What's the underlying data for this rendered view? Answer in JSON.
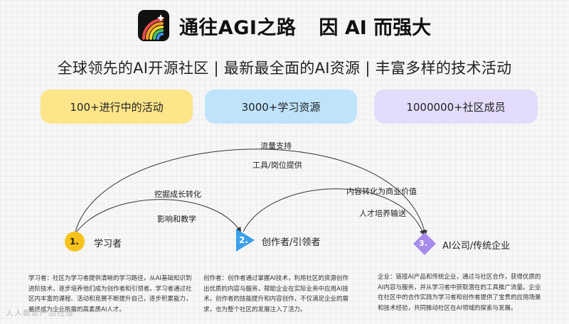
{
  "header": {
    "title": "通往AGI之路",
    "slogan": "因 AI 而强大"
  },
  "subtitle": "全球领先的AI开源社区 | 最新最全面的AI资源 | 丰富多样的技术活动",
  "stats": [
    {
      "label": "100+进行中的活动",
      "color": "#fde58a"
    },
    {
      "label": "3000+学习资源",
      "color": "#bfe3fb"
    },
    {
      "label": "1000000+社区成员",
      "color": "#e4dcfb"
    }
  ],
  "nodes": [
    {
      "number": "1.",
      "label": "学习者",
      "color": "#f7c21b"
    },
    {
      "number": "2.",
      "label": "创作者/引领者",
      "color": "#3aa0ec"
    },
    {
      "number": "3.",
      "label": "AI公司/传统企业",
      "color": "#a78bea"
    }
  ],
  "flows": {
    "top_arc_label_1": "流量支持",
    "top_arc_label_2": "工具/岗位提供",
    "left_arc_label_1": "挖掘成长转化",
    "left_arc_label_2": "影响和教学",
    "right_arc_label_1": "内容转化为商业价值",
    "right_arc_label_2": "人才培养输送"
  },
  "descriptions": {
    "learner": "学习者：社区为学习者提供清晰的学习路径，从AI基础知识到进阶技术，逐步培养他们成为创作者和引领者。学习者通过社区内丰富的课程、活动和竞赛不断提升自己，逐步积累能力，最终成为企业所需的高素质AI人才。",
    "creator": "创作者：创作者通过掌握AI技术，利用社区的资源创作出优质的内容与服务，帮助企业在实际业务中应用AI技术。创作者的技能提升和内容创作，不仅满足企业的需求，也为整个社区的发展注入了活力。",
    "enterprise": "企业：链接AI产品和传统企业，通过与社区合作，获得优质的AI内容与服务，并从学习者中获取潜在的工具推广流量。企业在社区中的合作实践为学习者和创作者提供了宝贵的应用场景和技术经验，共同推动社区在AI领域的探索与发展。"
  },
  "watermark": "人人都是产品经理"
}
